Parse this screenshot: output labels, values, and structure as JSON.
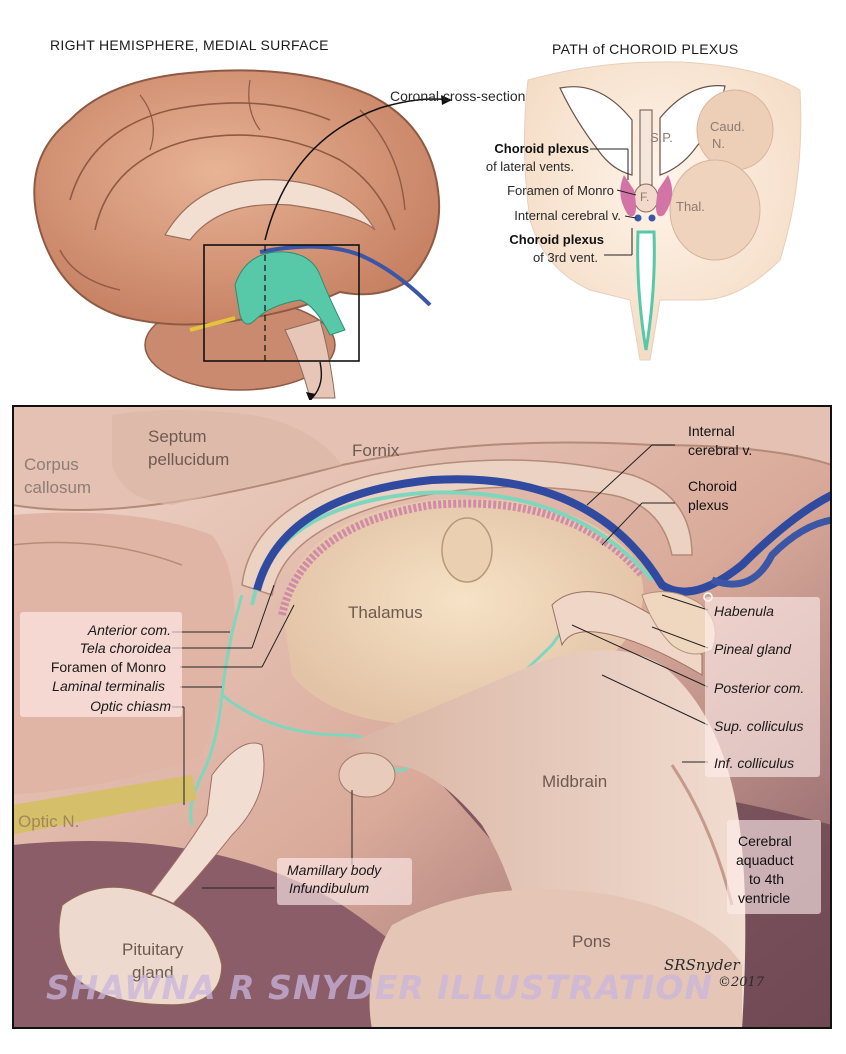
{
  "top_left_title": "RIGHT HEMISPHERE, MEDIAL SURFACE",
  "top_right_title": "PATH of CHOROID PLEXUS",
  "coronal_label": "Coronal cross-section",
  "coronal_labels": {
    "choroid_lateral_bold": "Choroid plexus",
    "choroid_lateral_rest": "of lateral vents.",
    "foramen": "Foramen of Monro",
    "internal_cerebral": "Internal cerebral v.",
    "choroid_third_bold": "Choroid plexus",
    "choroid_third_rest": "of 3rd vent.",
    "sp": "S.P.",
    "caud": "Caud.",
    "caud_n": "N.",
    "f": "F.",
    "thal": "Thal."
  },
  "detail": {
    "corpus_1": "Corpus",
    "corpus_2": "callosum",
    "septum_1": "Septum",
    "septum_2": "pellucidum",
    "fornix": "Fornix",
    "thalamus": "Thalamus",
    "midbrain": "Midbrain",
    "pons": "Pons",
    "pituitary_1": "Pituitary",
    "pituitary_2": "gland",
    "optic_n": "Optic N.",
    "internal_1": "Internal",
    "internal_2": "cerebral v.",
    "choroid_1": "Choroid",
    "choroid_2": "plexus",
    "left_labels": [
      "Anterior com.",
      "Tela choroidea",
      "Foramen of Monro",
      "Laminal terminalis",
      "Optic chiasm"
    ],
    "right_labels": [
      "Habenula",
      "Pineal gland",
      "Posterior com.",
      "Sup. colliculus",
      "Inf. colliculus"
    ],
    "mamillary": "Mamillary body",
    "infundibulum": "Infundibulum",
    "aqueduct": [
      "Cerebral",
      "aquaduct",
      "to 4th",
      "ventricle"
    ]
  },
  "watermark": "SHAWNA R SNYDER ILLUSTRATION",
  "signature_name": "SRSnyder",
  "signature_year": "©2017",
  "colors": {
    "brain": "#d69a7c",
    "brain_dark": "#b9765a",
    "ventricle": "#58c9a8",
    "vein": "#3b56a4",
    "choroid": "#c77aa0",
    "background_tissue": "#e9cdbf"
  }
}
